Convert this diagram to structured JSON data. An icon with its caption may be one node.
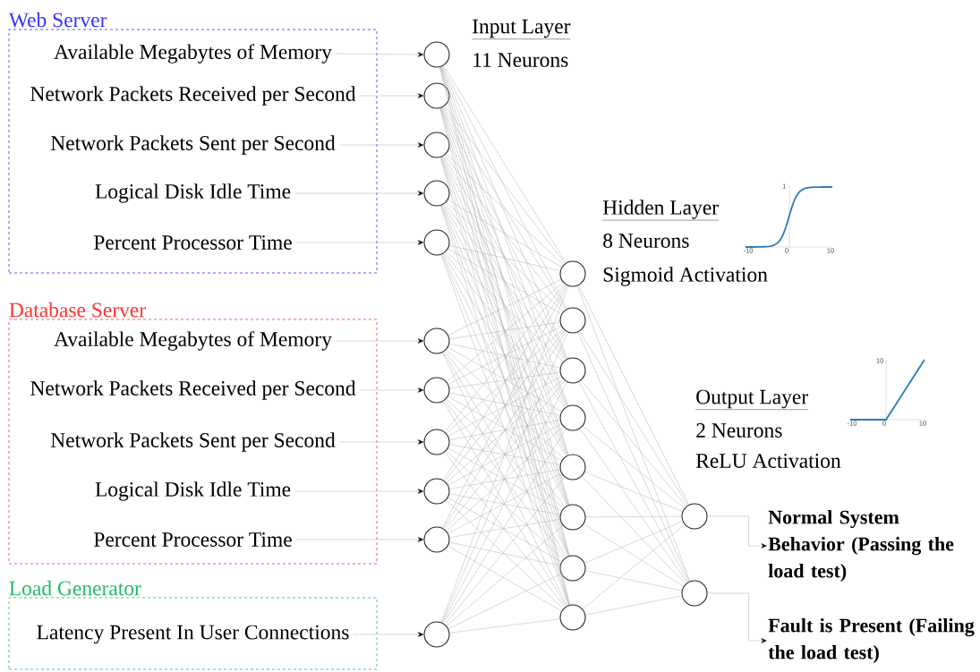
{
  "diagram": {
    "nodes": [
      {
        "text": [
          "Web Server"
        ]
      },
      {
        "text": [
          "Available Megabytes of Memory"
        ],
        "in": 0
      },
      {
        "text": [
          "Network Packets Received per Second"
        ],
        "in": 0
      },
      {
        "text": [
          "Network Packets Sent per Second"
        ],
        "in": 0
      },
      {
        "text": [
          "Logical Disk Idle Time"
        ],
        "in": 0
      },
      {
        "text": [
          "Percent Processor Time"
        ],
        "in": 0
      },
      {
        "text": [
          "Database Server"
        ]
      },
      {
        "text": [
          "Available Megabytes of Memory"
        ],
        "in": 6
      },
      {
        "text": [
          "Network Packets Received per Second"
        ],
        "in": 6
      },
      {
        "text": [
          "Network Packets Sent per Second"
        ],
        "in": 6
      },
      {
        "text": [
          "Logical Disk Idle Time"
        ],
        "in": 6
      },
      {
        "text": [
          "Percent Processor Time"
        ],
        "in": 6
      },
      {
        "text": [
          "Load Generator"
        ]
      },
      {
        "text": [
          "Latency Present In User Connections"
        ],
        "in": 12
      },
      {
        "text": [],
        "shape": "circle"
      },
      {
        "text": [],
        "shape": "circle"
      },
      {
        "text": [],
        "shape": "circle"
      },
      {
        "text": [],
        "shape": "circle"
      },
      {
        "text": [],
        "shape": "circle"
      },
      {
        "text": [],
        "shape": "circle"
      },
      {
        "text": [],
        "shape": "circle"
      },
      {
        "text": [],
        "shape": "circle"
      },
      {
        "text": [],
        "shape": "circle"
      },
      {
        "text": [],
        "shape": "circle"
      },
      {
        "text": [],
        "shape": "circle"
      },
      {
        "text": [],
        "shape": "circle"
      },
      {
        "text": [],
        "shape": "circle"
      },
      {
        "text": [],
        "shape": "circle"
      },
      {
        "text": [],
        "shape": "circle"
      },
      {
        "text": [],
        "shape": "circle"
      },
      {
        "text": [],
        "shape": "circle"
      },
      {
        "text": [],
        "shape": "circle"
      },
      {
        "text": [],
        "shape": "circle"
      },
      {
        "text": [],
        "shape": "circle"
      },
      {
        "text": [],
        "shape": "circle"
      },
      {
        "text": [
          "Normal System Behavior (Passing the load test)"
        ]
      },
      {
        "text": [
          "Fault is Present (Failing the load test)"
        ]
      }
    ],
    "edges": [
      {
        "from": 1,
        "to": 14,
        "arrow": "to"
      },
      {
        "from": 2,
        "to": 15,
        "arrow": "to"
      },
      {
        "from": 3,
        "to": 16,
        "arrow": "to"
      },
      {
        "from": 4,
        "to": 17,
        "arrow": "to"
      },
      {
        "from": 5,
        "to": 18,
        "arrow": "to"
      },
      {
        "from": 7,
        "to": 19,
        "arrow": "to"
      },
      {
        "from": 8,
        "to": 20,
        "arrow": "to"
      },
      {
        "from": 9,
        "to": 21,
        "arrow": "to"
      },
      {
        "from": 10,
        "to": 22,
        "arrow": "to"
      },
      {
        "from": 11,
        "to": 23,
        "arrow": "to"
      },
      {
        "from": 13,
        "to": 24,
        "arrow": "to"
      },
      {
        "from": 14,
        "to": 25,
        "arrow": "none"
      },
      {
        "from": 14,
        "to": 26,
        "arrow": "none"
      },
      {
        "from": 14,
        "to": 27,
        "arrow": "none"
      },
      {
        "from": 14,
        "to": 28,
        "arrow": "none"
      },
      {
        "from": 14,
        "to": 29,
        "arrow": "none"
      },
      {
        "from": 14,
        "to": 30,
        "arrow": "none"
      },
      {
        "from": 14,
        "to": 31,
        "arrow": "none"
      },
      {
        "from": 14,
        "to": 32,
        "arrow": "none"
      },
      {
        "from": 15,
        "to": 25,
        "arrow": "none"
      },
      {
        "from": 15,
        "to": 26,
        "arrow": "none"
      },
      {
        "from": 15,
        "to": 27,
        "arrow": "none"
      },
      {
        "from": 15,
        "to": 28,
        "arrow": "none"
      },
      {
        "from": 15,
        "to": 29,
        "arrow": "none"
      },
      {
        "from": 15,
        "to": 30,
        "arrow": "none"
      },
      {
        "from": 15,
        "to": 31,
        "arrow": "none"
      },
      {
        "from": 15,
        "to": 32,
        "arrow": "none"
      },
      {
        "from": 16,
        "to": 25,
        "arrow": "none"
      },
      {
        "from": 16,
        "to": 26,
        "arrow": "none"
      },
      {
        "from": 16,
        "to": 27,
        "arrow": "none"
      },
      {
        "from": 16,
        "to": 28,
        "arrow": "none"
      },
      {
        "from": 16,
        "to": 29,
        "arrow": "none"
      },
      {
        "from": 16,
        "to": 30,
        "arrow": "none"
      },
      {
        "from": 16,
        "to": 31,
        "arrow": "none"
      },
      {
        "from": 16,
        "to": 32,
        "arrow": "none"
      },
      {
        "from": 17,
        "to": 25,
        "arrow": "none"
      },
      {
        "from": 17,
        "to": 26,
        "arrow": "none"
      },
      {
        "from": 17,
        "to": 27,
        "arrow": "none"
      },
      {
        "from": 17,
        "to": 28,
        "arrow": "none"
      },
      {
        "from": 17,
        "to": 29,
        "arrow": "none"
      },
      {
        "from": 17,
        "to": 30,
        "arrow": "none"
      },
      {
        "from": 17,
        "to": 31,
        "arrow": "none"
      },
      {
        "from": 17,
        "to": 32,
        "arrow": "none"
      },
      {
        "from": 18,
        "to": 25,
        "arrow": "none"
      },
      {
        "from": 18,
        "to": 26,
        "arrow": "none"
      },
      {
        "from": 18,
        "to": 27,
        "arrow": "none"
      },
      {
        "from": 18,
        "to": 28,
        "arrow": "none"
      },
      {
        "from": 18,
        "to": 29,
        "arrow": "none"
      },
      {
        "from": 18,
        "to": 30,
        "arrow": "none"
      },
      {
        "from": 18,
        "to": 31,
        "arrow": "none"
      },
      {
        "from": 18,
        "to": 32,
        "arrow": "none"
      },
      {
        "from": 19,
        "to": 25,
        "arrow": "none"
      },
      {
        "from": 19,
        "to": 26,
        "arrow": "none"
      },
      {
        "from": 19,
        "to": 27,
        "arrow": "none"
      },
      {
        "from": 19,
        "to": 28,
        "arrow": "none"
      },
      {
        "from": 19,
        "to": 29,
        "arrow": "none"
      },
      {
        "from": 19,
        "to": 30,
        "arrow": "none"
      },
      {
        "from": 19,
        "to": 31,
        "arrow": "none"
      },
      {
        "from": 19,
        "to": 32,
        "arrow": "none"
      },
      {
        "from": 20,
        "to": 25,
        "arrow": "none"
      },
      {
        "from": 20,
        "to": 26,
        "arrow": "none"
      },
      {
        "from": 20,
        "to": 27,
        "arrow": "none"
      },
      {
        "from": 20,
        "to": 28,
        "arrow": "none"
      },
      {
        "from": 20,
        "to": 29,
        "arrow": "none"
      },
      {
        "from": 20,
        "to": 30,
        "arrow": "none"
      },
      {
        "from": 20,
        "to": 31,
        "arrow": "none"
      },
      {
        "from": 20,
        "to": 32,
        "arrow": "none"
      },
      {
        "from": 21,
        "to": 25,
        "arrow": "none"
      },
      {
        "from": 21,
        "to": 26,
        "arrow": "none"
      },
      {
        "from": 21,
        "to": 27,
        "arrow": "none"
      },
      {
        "from": 21,
        "to": 28,
        "arrow": "none"
      },
      {
        "from": 21,
        "to": 29,
        "arrow": "none"
      },
      {
        "from": 21,
        "to": 30,
        "arrow": "none"
      },
      {
        "from": 21,
        "to": 31,
        "arrow": "none"
      },
      {
        "from": 21,
        "to": 32,
        "arrow": "none"
      },
      {
        "from": 22,
        "to": 25,
        "arrow": "none"
      },
      {
        "from": 22,
        "to": 26,
        "arrow": "none"
      },
      {
        "from": 22,
        "to": 27,
        "arrow": "none"
      },
      {
        "from": 22,
        "to": 28,
        "arrow": "none"
      },
      {
        "from": 22,
        "to": 29,
        "arrow": "none"
      },
      {
        "from": 22,
        "to": 30,
        "arrow": "none"
      },
      {
        "from": 22,
        "to": 31,
        "arrow": "none"
      },
      {
        "from": 22,
        "to": 32,
        "arrow": "none"
      },
      {
        "from": 23,
        "to": 25,
        "arrow": "none"
      },
      {
        "from": 23,
        "to": 26,
        "arrow": "none"
      },
      {
        "from": 23,
        "to": 27,
        "arrow": "none"
      },
      {
        "from": 23,
        "to": 28,
        "arrow": "none"
      },
      {
        "from": 23,
        "to": 29,
        "arrow": "none"
      },
      {
        "from": 23,
        "to": 30,
        "arrow": "none"
      },
      {
        "from": 23,
        "to": 31,
        "arrow": "none"
      },
      {
        "from": 23,
        "to": 32,
        "arrow": "none"
      },
      {
        "from": 24,
        "to": 25,
        "arrow": "none"
      },
      {
        "from": 24,
        "to": 26,
        "arrow": "none"
      },
      {
        "from": 24,
        "to": 27,
        "arrow": "none"
      },
      {
        "from": 24,
        "to": 28,
        "arrow": "none"
      },
      {
        "from": 24,
        "to": 29,
        "arrow": "none"
      },
      {
        "from": 24,
        "to": 30,
        "arrow": "none"
      },
      {
        "from": 24,
        "to": 31,
        "arrow": "none"
      },
      {
        "from": 24,
        "to": 32,
        "arrow": "none"
      },
      {
        "from": 25,
        "to": 33,
        "arrow": "none"
      },
      {
        "from": 25,
        "to": 34,
        "arrow": "none"
      },
      {
        "from": 26,
        "to": 33,
        "arrow": "none"
      },
      {
        "from": 26,
        "to": 34,
        "arrow": "none"
      },
      {
        "from": 27,
        "to": 33,
        "arrow": "none"
      },
      {
        "from": 27,
        "to": 34,
        "arrow": "none"
      },
      {
        "from": 28,
        "to": 33,
        "arrow": "none"
      },
      {
        "from": 28,
        "to": 34,
        "arrow": "none"
      },
      {
        "from": 29,
        "to": 33,
        "arrow": "none"
      },
      {
        "from": 29,
        "to": 34,
        "arrow": "none"
      },
      {
        "from": 30,
        "to": 33,
        "arrow": "none"
      },
      {
        "from": 30,
        "to": 34,
        "arrow": "none"
      },
      {
        "from": 31,
        "to": 33,
        "arrow": "none"
      },
      {
        "from": 31,
        "to": 34,
        "arrow": "none"
      },
      {
        "from": 32,
        "to": 33,
        "arrow": "none"
      },
      {
        "from": 32,
        "to": 34,
        "arrow": "none"
      },
      {
        "from": 33,
        "to": 35,
        "arrow": "to"
      },
      {
        "from": 34,
        "to": 36,
        "arrow": "to"
      }
    ],
    "labels": [
      "Input Layer",
      "11 Neurons",
      "Hidden Layer",
      "8 Neurons",
      "Sigmoid Activation",
      "Output Layer",
      "2 Neurons",
      "ReLU Activation",
      "1",
      "-10",
      "0",
      "10",
      "10",
      "-10",
      "0",
      "10"
    ]
  }
}
